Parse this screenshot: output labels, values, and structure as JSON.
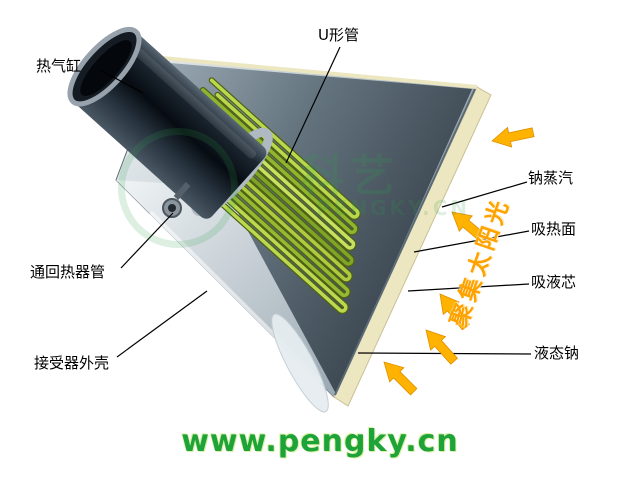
{
  "labels": {
    "hot_gas_cylinder": "热气缸",
    "u_tube": "U形管",
    "sodium_vapor": "钠蒸汽",
    "absorber_surface": "吸热面",
    "wick": "吸液芯",
    "regenerator_return_tube": "通回热器管",
    "receiver_housing": "接受器外壳",
    "liquid_sodium": "液态钠",
    "concentrated_sunlight": "聚集太阳光"
  },
  "watermark": {
    "site_url": "www.pengky.cn",
    "faint_cn": "科艺",
    "faint_latin": "PENGKY.CN"
  },
  "colors": {
    "sunlight_arrow": "#FFB300",
    "sunlight_text": "#FFA200",
    "url_green": "#1EA33A",
    "tube_green": "#A6C832",
    "shell_light": "#E8EDF0",
    "shell_dark": "#46525C",
    "rim_cream": "#ECE7C0",
    "cylinder_dark": "#0B1218"
  }
}
